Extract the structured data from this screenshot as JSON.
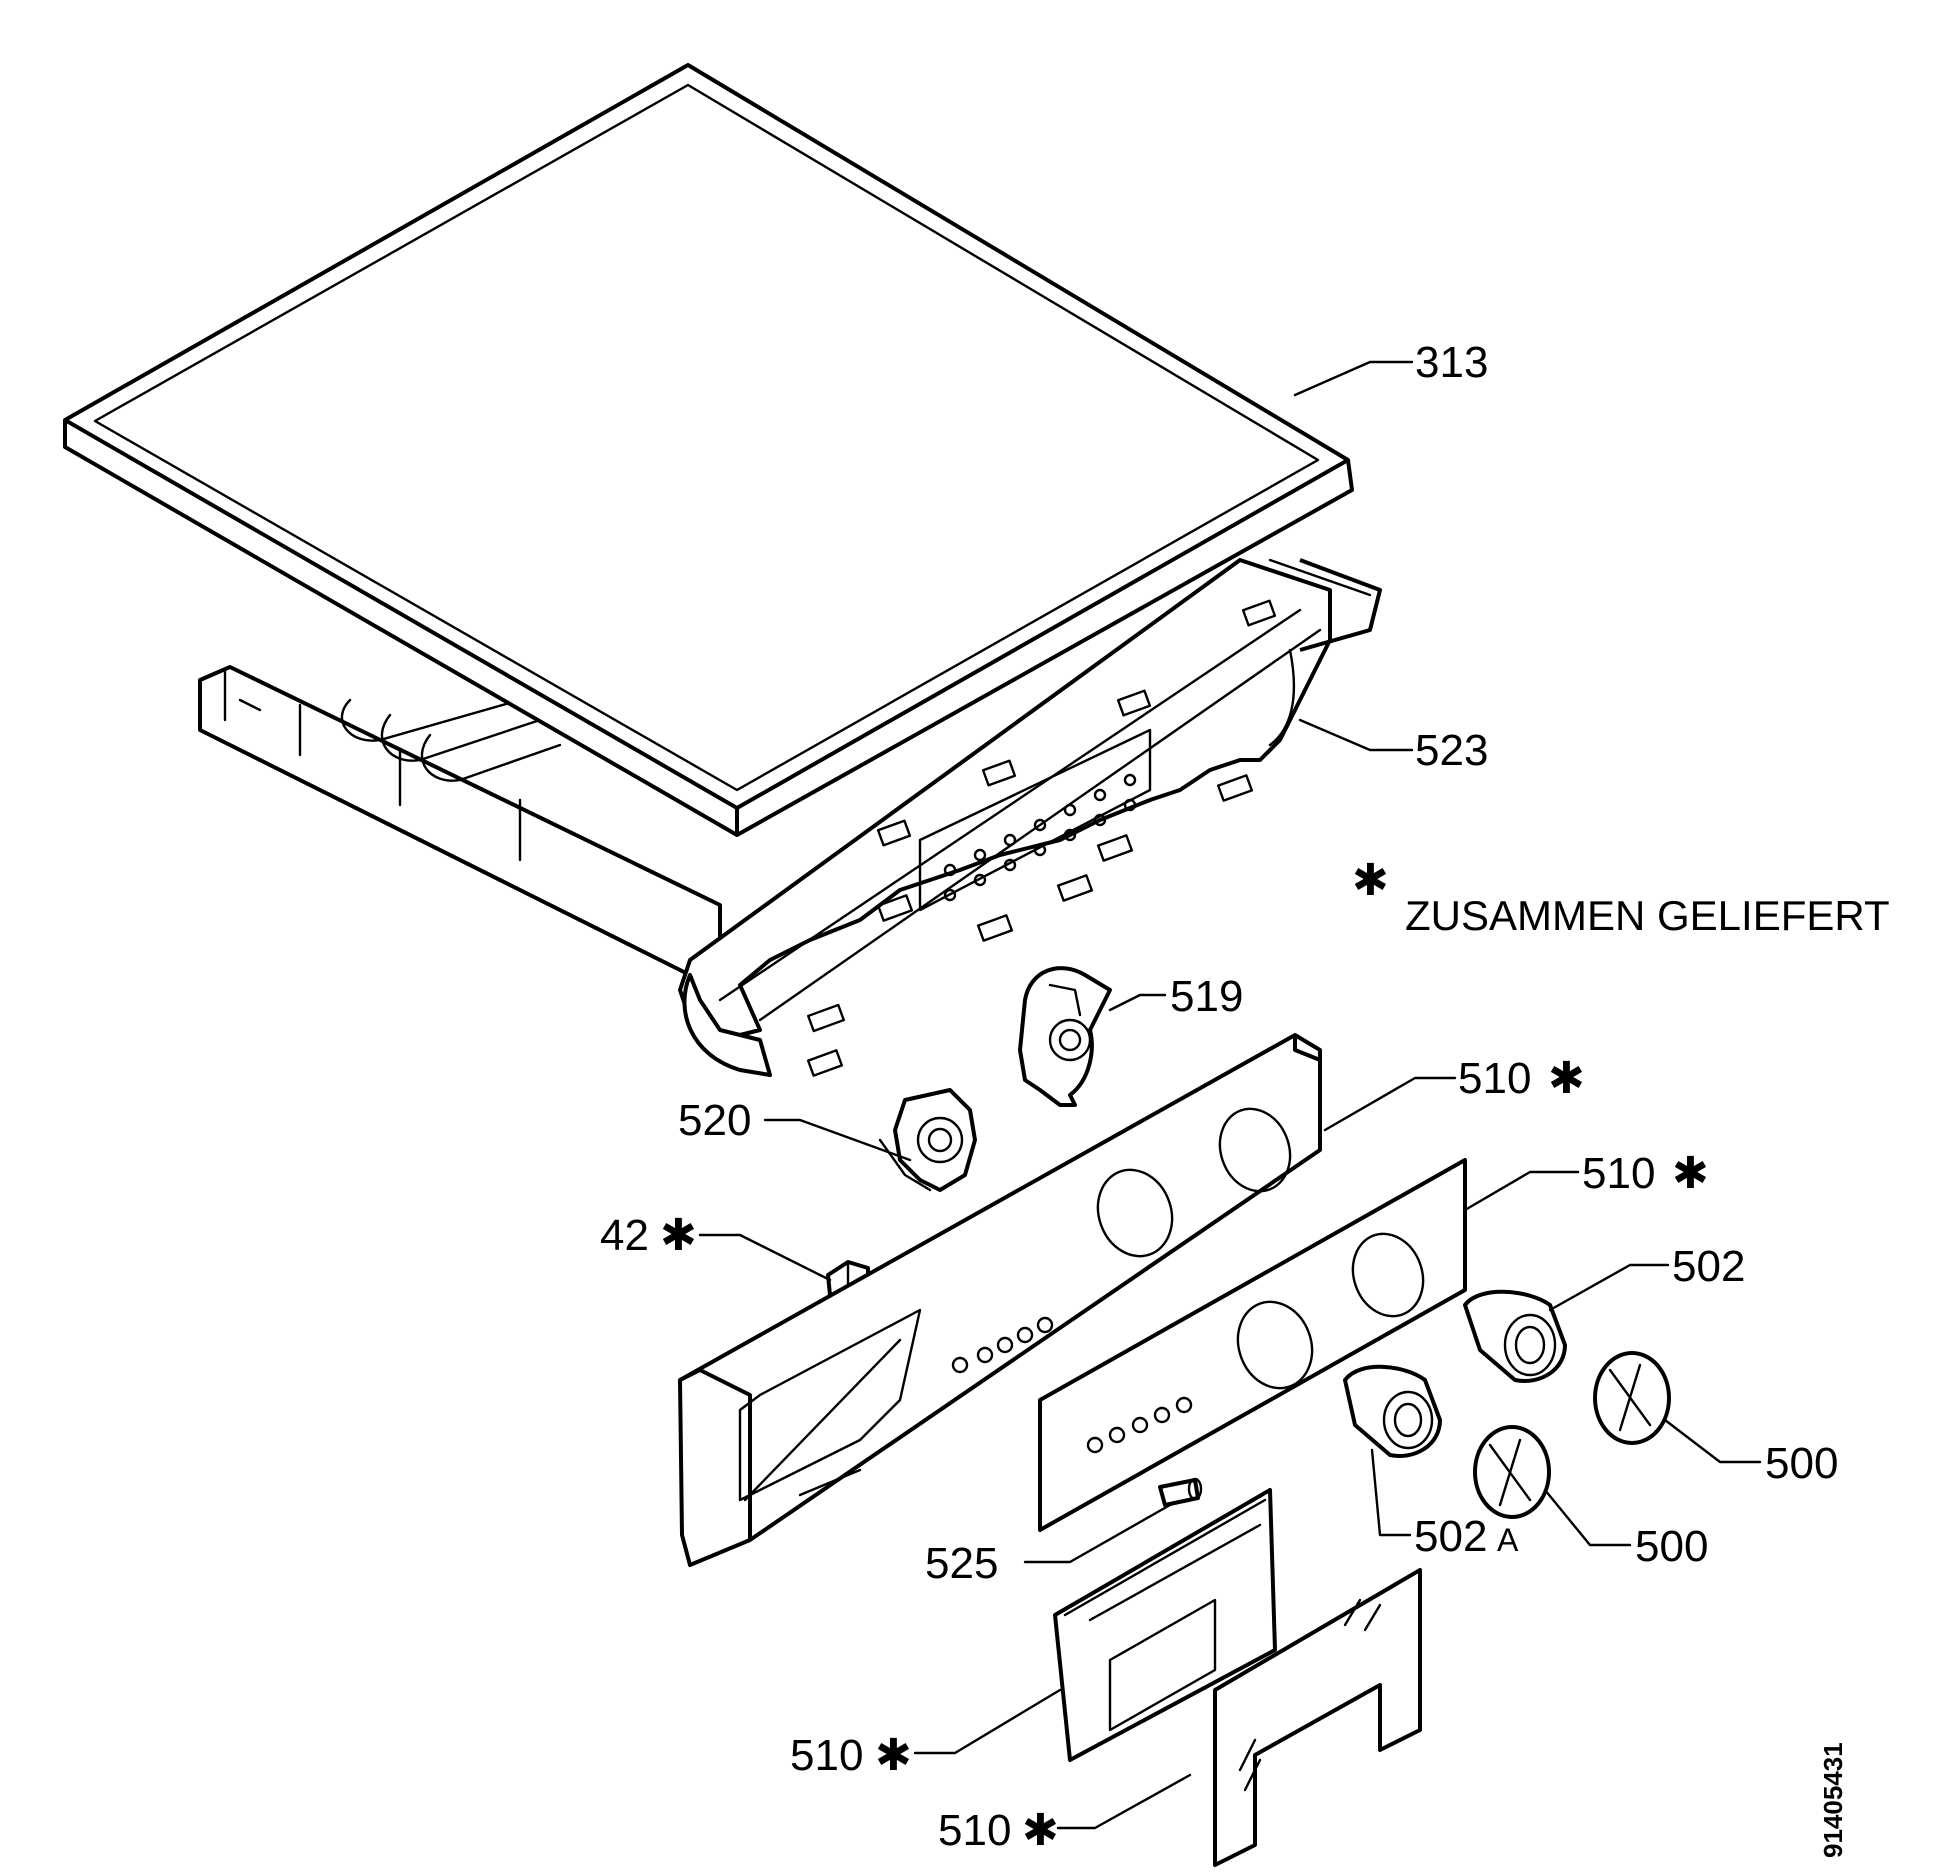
{
  "diagram": {
    "parts": [
      {
        "id": "p313",
        "number": "313",
        "suffix": ""
      },
      {
        "id": "p523",
        "number": "523",
        "suffix": ""
      },
      {
        "id": "p519",
        "number": "519",
        "suffix": ""
      },
      {
        "id": "p520",
        "number": "520",
        "suffix": ""
      },
      {
        "id": "p510a",
        "number": "510",
        "suffix": "✱"
      },
      {
        "id": "p510b",
        "number": "510",
        "suffix": "✱"
      },
      {
        "id": "p42",
        "number": "42",
        "suffix": "✱"
      },
      {
        "id": "p502",
        "number": "502",
        "suffix": ""
      },
      {
        "id": "p500a",
        "number": "500",
        "suffix": ""
      },
      {
        "id": "p500b",
        "number": "500",
        "suffix": ""
      },
      {
        "id": "p502A",
        "number": "502",
        "suffix": "A"
      },
      {
        "id": "p525",
        "number": "525",
        "suffix": ""
      },
      {
        "id": "p510c",
        "number": "510",
        "suffix": "✱"
      },
      {
        "id": "p510d",
        "number": "510",
        "suffix": "✱"
      }
    ],
    "legend": {
      "symbol": "✱",
      "text": "ZUSAMMEN GELIEFERT"
    },
    "document_number": "91405431"
  }
}
